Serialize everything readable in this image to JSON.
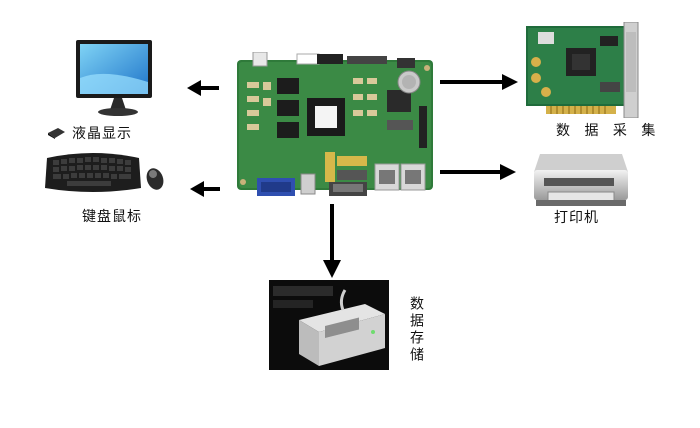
{
  "labels": {
    "display": "液晶显示",
    "keyboard_mouse": "键盘鼠标",
    "data_acquisition": "数 据 采 集",
    "printer": "打印机",
    "data_storage": "数据存储"
  },
  "icons": {
    "monitor": "monitor-icon",
    "keyboard": "keyboard-icon",
    "mouse": "mouse-icon",
    "motherboard": "motherboard-image",
    "acquisition_card": "pci-card-image",
    "printer": "printer-image",
    "storage": "storage-device-image"
  },
  "colors": {
    "board_green": "#2f7a3a",
    "arrow": "#000000"
  }
}
